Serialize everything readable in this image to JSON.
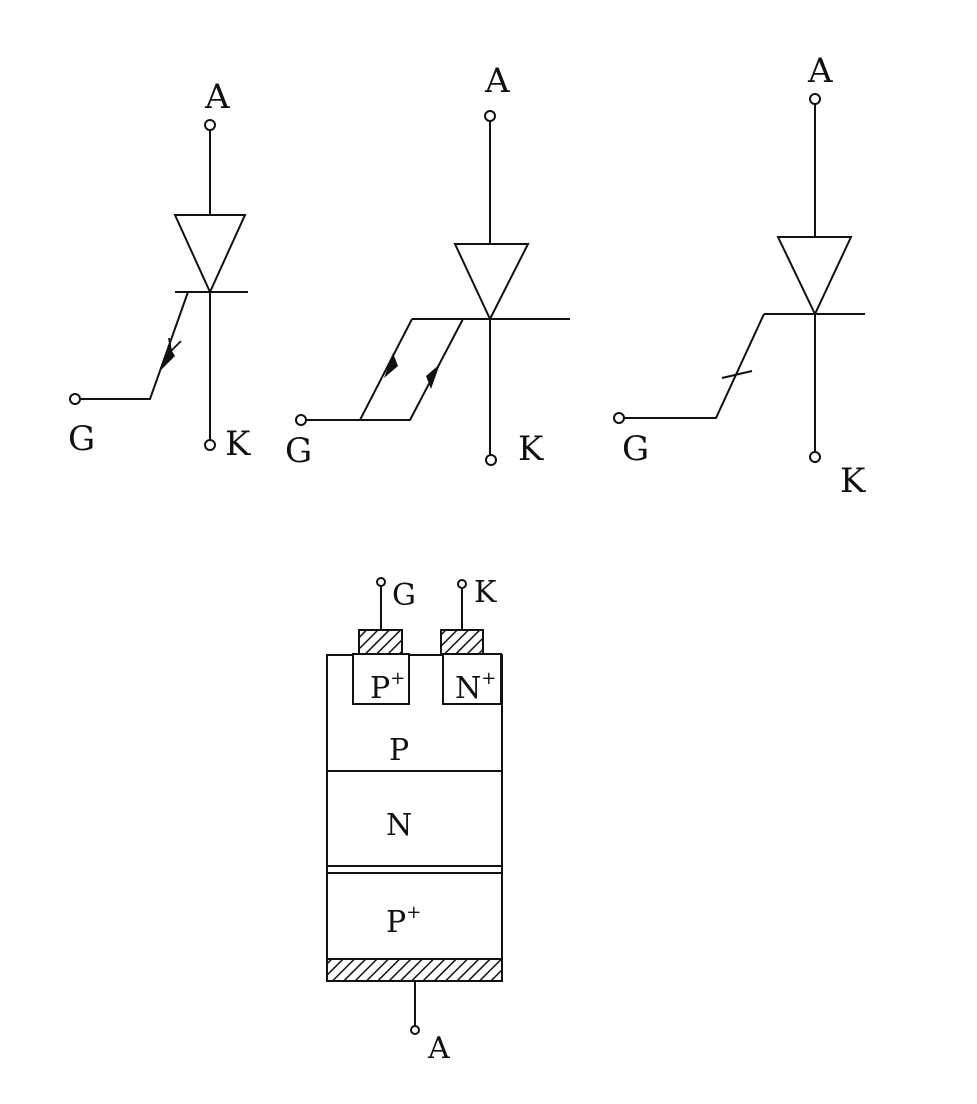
{
  "symbols": [
    {
      "anode_label": "A",
      "cathode_label": "K",
      "gate_label": "G"
    },
    {
      "anode_label": "A",
      "cathode_label": "K",
      "gate_label": "G"
    },
    {
      "anode_label": "A",
      "cathode_label": "K",
      "gate_label": "G"
    }
  ],
  "structure": {
    "gate_label": "G",
    "cathode_label": "K",
    "anode_label": "A",
    "gate_region": {
      "base": "P",
      "sup": "+"
    },
    "cathode_region": {
      "base": "N",
      "sup": "+"
    },
    "layers": [
      {
        "base": "P",
        "sup": ""
      },
      {
        "base": "N",
        "sup": ""
      },
      {
        "base": "P",
        "sup": "+"
      }
    ]
  }
}
